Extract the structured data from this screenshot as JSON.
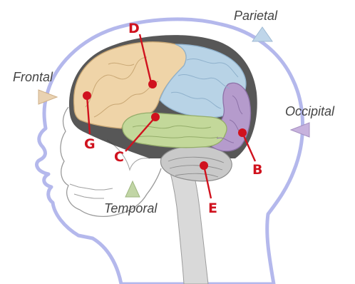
{
  "lobe_names": {
    "frontal": "Frontal",
    "parietal": "Parietal",
    "occipital": "Occipital",
    "temporal": "Temporal"
  },
  "markers": {
    "d": "D",
    "g": "G",
    "c": "C",
    "b": "B",
    "e": "E"
  },
  "colors": {
    "frontal": "#efd4a8",
    "parietal": "#b8d3e6",
    "occipital": "#b59bcc",
    "temporal": "#c3d89a",
    "outline": "#b4b8ec",
    "marker": "#d0121e"
  }
}
